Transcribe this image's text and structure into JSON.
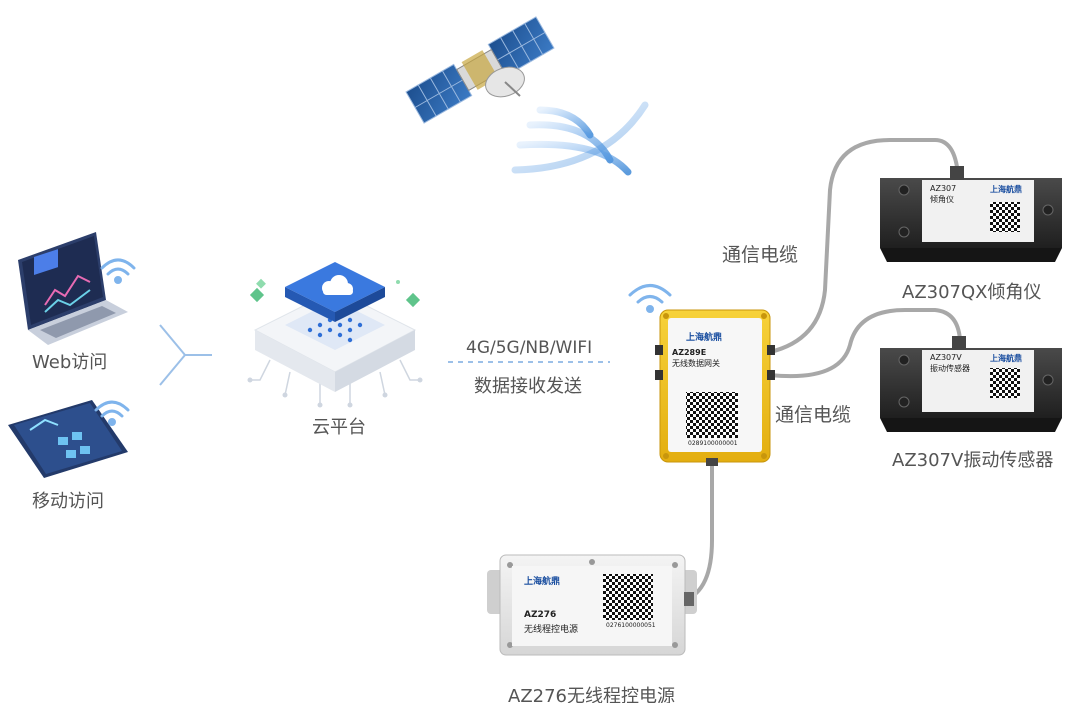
{
  "labels": {
    "web_access": "Web访问",
    "mobile_access": "移动访问",
    "cloud_platform": "云平台",
    "network_protocols": "4G/5G/NB/WIFI",
    "data_transceive": "数据接收发送",
    "cable_top": "通信电缆",
    "cable_bottom": "通信电缆",
    "inclinometer": "AZ307QX倾角仪",
    "vibration_sensor": "AZ307V振动传感器",
    "power_supply": "AZ276无线程控电源"
  },
  "devices": {
    "gateway": {
      "brand": "上海航鼎",
      "model": "AZ289E",
      "name": "无线数据网关",
      "serial": "0289100000001"
    },
    "inclinometer": {
      "brand": "上海航鼎",
      "model": "AZ307",
      "name": "倾角仪"
    },
    "vibration": {
      "brand": "上海航鼎",
      "model": "AZ307V",
      "name": "振动传感器"
    },
    "power": {
      "brand": "上海航鼎",
      "model": "AZ276",
      "name": "无线程控电源",
      "serial": "0276100000051"
    }
  },
  "colors": {
    "signal_blue": "#4a90d9",
    "gateway_yellow": "#f2c21b",
    "cloud_blue": "#2f6fd6",
    "cable_gray": "#a8a8a8",
    "sensor_dark": "#3a3a3a",
    "label_gray": "#555555"
  }
}
